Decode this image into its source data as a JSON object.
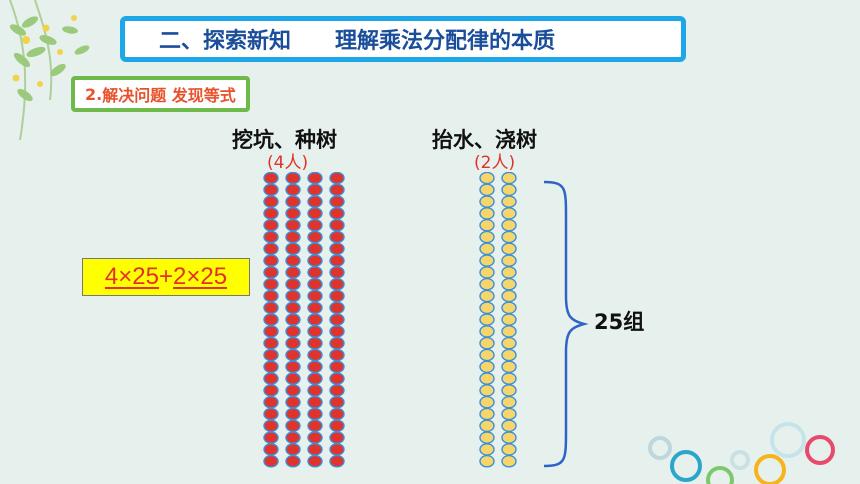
{
  "title": {
    "left": "二、探索新知",
    "right": "理解乘法分配律的本质"
  },
  "subtitle": {
    "num": "2.",
    "text": "解决问题 发现等式"
  },
  "group_a": {
    "label": "挖坑、种树",
    "people": "(4人)",
    "columns": 4,
    "rows": 25,
    "fill": "#e0332b",
    "stroke": "#3b8fd9"
  },
  "group_b": {
    "label": "抬水、浇树",
    "people": "(2人)",
    "columns": 2,
    "rows": 25,
    "fill": "#f6d66a",
    "stroke": "#3b8fd9"
  },
  "formula": {
    "part1": "4×25",
    "plus": "+",
    "part2": "2×25"
  },
  "groups_label": "25组",
  "colors": {
    "title_border": "#1ea7e8",
    "title_text": "#1a4e9a",
    "subtitle_border": "#6fb84a",
    "accent_red": "#e3302c",
    "formula_bg": "#ffff00",
    "brace": "#2f63c8",
    "background": "#e6f1ee"
  }
}
